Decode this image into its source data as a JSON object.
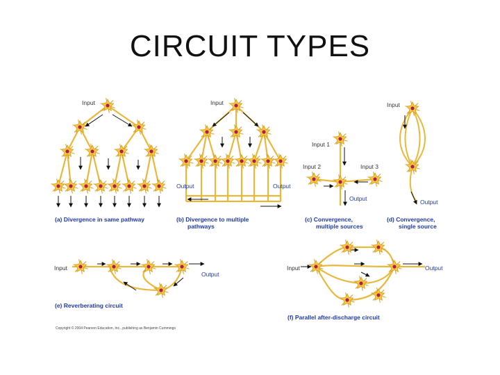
{
  "slide": {
    "title": "CIRCUIT TYPES"
  },
  "colors": {
    "neuron_fill": "#f5c842",
    "neuron_stroke": "#d69a1c",
    "nucleus": "#b01c4c",
    "axon": "#e8b83a",
    "arrow": "#111111",
    "caption": "#1f3aa8"
  },
  "panels": {
    "a": {
      "input": "Input",
      "caption": "(a) Divergence in same pathway"
    },
    "b": {
      "input": "Input",
      "output_left": "Output",
      "output_right": "Output",
      "caption_line1": "(b) Divergence to multiple",
      "caption_line2": "pathways"
    },
    "c": {
      "input1": "Input 1",
      "input2": "Input 2",
      "input3": "Input 3",
      "output": "Output",
      "caption_line1": "(c) Convergence,",
      "caption_line2": "multiple sources"
    },
    "d": {
      "input": "Input",
      "output": "Output",
      "caption_line1": "(d) Convergence,",
      "caption_line2": "single source"
    },
    "e": {
      "input": "Input",
      "output": "Output",
      "caption": "(e) Reverberating circuit"
    },
    "f": {
      "input": "Input",
      "output": "Output",
      "caption": "(f) Parallel after-discharge circuit"
    }
  },
  "copyright": "Copyright © 2004 Pearson Education, Inc., publishing as Benjamin Cummings"
}
